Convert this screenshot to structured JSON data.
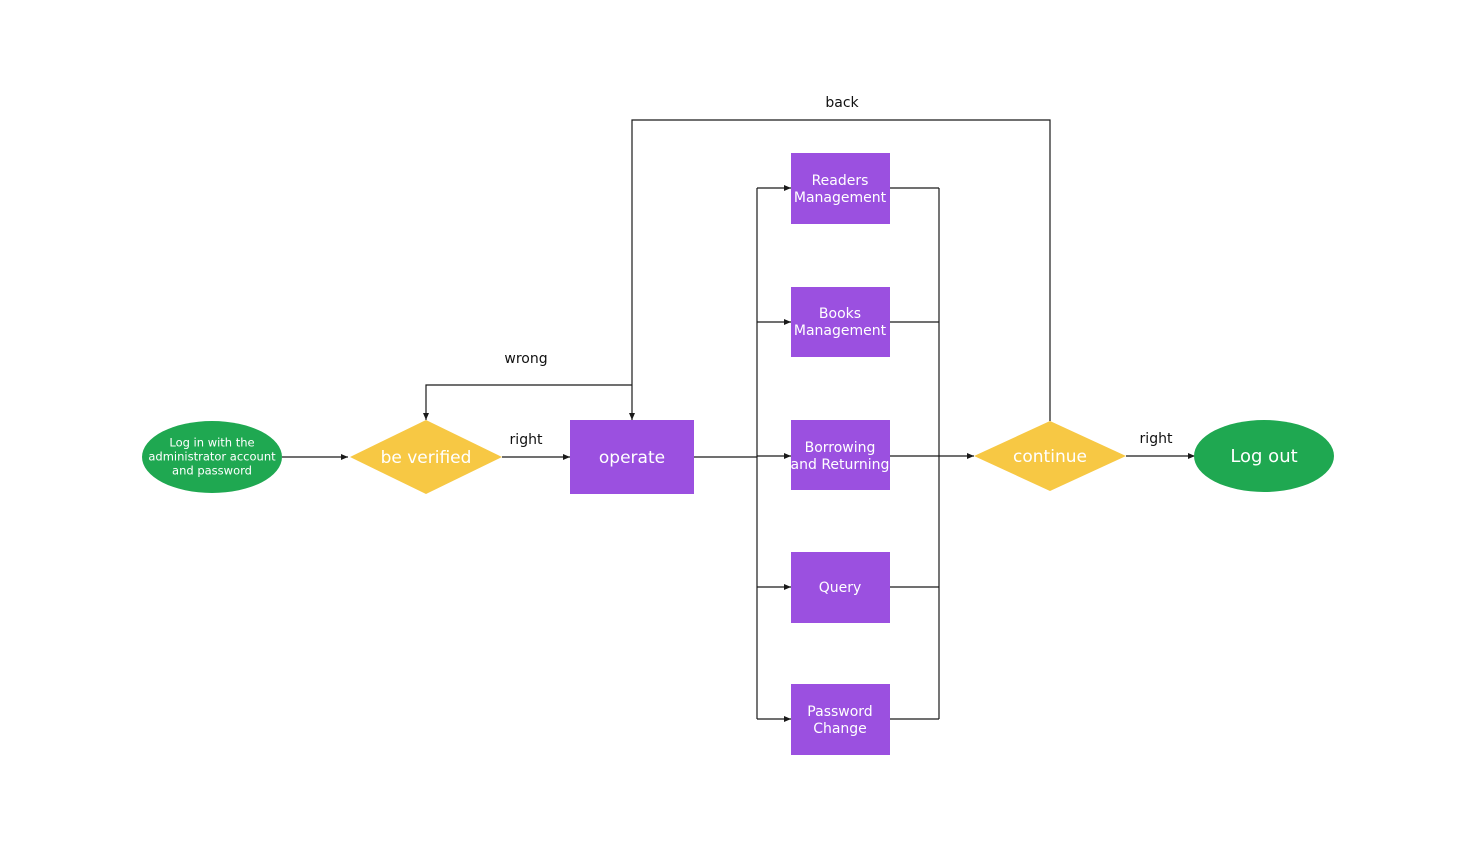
{
  "colors": {
    "terminal": "#1fa851",
    "decision": "#f7c844",
    "process": "#9b50e0",
    "line": "#1a1a1a",
    "text_on_shape": "#ffffff",
    "label_text": "#111111"
  },
  "nodes": {
    "login": {
      "line1": "Log in with the",
      "line2": "administrator account",
      "line3": "and password"
    },
    "verify": {
      "label": "be verified"
    },
    "operate": {
      "label": "operate"
    },
    "readers": {
      "line1": "Readers",
      "line2": "Management"
    },
    "books": {
      "line1": "Books",
      "line2": "Management"
    },
    "borrowing": {
      "line1": "Borrowing",
      "line2": "and Returning"
    },
    "query": {
      "label": "Query"
    },
    "password": {
      "line1": "Password",
      "line2": "Change"
    },
    "continue": {
      "label": "continue"
    },
    "logout": {
      "label": "Log out"
    }
  },
  "edge_labels": {
    "wrong": "wrong",
    "right1": "right",
    "back": "back",
    "right2": "right"
  }
}
